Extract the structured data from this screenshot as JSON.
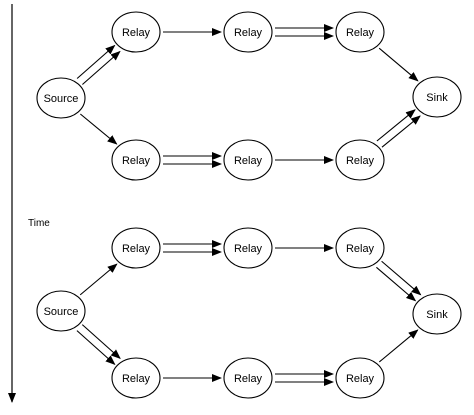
{
  "time_label": "Time",
  "colors": {
    "stroke": "#000000",
    "fill": "#ffffff",
    "text": "#000000"
  },
  "diagrams": [
    {
      "nodes": [
        {
          "id": "source",
          "label": "Source"
        },
        {
          "id": "relay_top_1",
          "label": "Relay"
        },
        {
          "id": "relay_top_2",
          "label": "Relay"
        },
        {
          "id": "relay_top_3",
          "label": "Relay"
        },
        {
          "id": "relay_bottom_1",
          "label": "Relay"
        },
        {
          "id": "relay_bottom_2",
          "label": "Relay"
        },
        {
          "id": "relay_bottom_3",
          "label": "Relay"
        },
        {
          "id": "sink",
          "label": "Sink"
        }
      ],
      "edges": [
        {
          "from": "source",
          "to": "relay_top_1",
          "arrows": 2
        },
        {
          "from": "relay_top_1",
          "to": "relay_top_2",
          "arrows": 1
        },
        {
          "from": "relay_top_2",
          "to": "relay_top_3",
          "arrows": 2
        },
        {
          "from": "relay_top_3",
          "to": "sink",
          "arrows": 1
        },
        {
          "from": "source",
          "to": "relay_bottom_1",
          "arrows": 1
        },
        {
          "from": "relay_bottom_1",
          "to": "relay_bottom_2",
          "arrows": 2
        },
        {
          "from": "relay_bottom_2",
          "to": "relay_bottom_3",
          "arrows": 1
        },
        {
          "from": "relay_bottom_3",
          "to": "sink",
          "arrows": 2
        }
      ]
    },
    {
      "nodes": [
        {
          "id": "source",
          "label": "Source"
        },
        {
          "id": "relay_top_1",
          "label": "Relay"
        },
        {
          "id": "relay_top_2",
          "label": "Relay"
        },
        {
          "id": "relay_top_3",
          "label": "Relay"
        },
        {
          "id": "relay_bottom_1",
          "label": "Relay"
        },
        {
          "id": "relay_bottom_2",
          "label": "Relay"
        },
        {
          "id": "relay_bottom_3",
          "label": "Relay"
        },
        {
          "id": "sink",
          "label": "Sink"
        }
      ],
      "edges": [
        {
          "from": "source",
          "to": "relay_top_1",
          "arrows": 1
        },
        {
          "from": "relay_top_1",
          "to": "relay_top_2",
          "arrows": 2
        },
        {
          "from": "relay_top_2",
          "to": "relay_top_3",
          "arrows": 1
        },
        {
          "from": "relay_top_3",
          "to": "sink",
          "arrows": 2
        },
        {
          "from": "source",
          "to": "relay_bottom_1",
          "arrows": 2
        },
        {
          "from": "relay_bottom_1",
          "to": "relay_bottom_2",
          "arrows": 1
        },
        {
          "from": "relay_bottom_2",
          "to": "relay_bottom_3",
          "arrows": 2
        },
        {
          "from": "relay_bottom_3",
          "to": "sink",
          "arrows": 1
        }
      ]
    }
  ]
}
